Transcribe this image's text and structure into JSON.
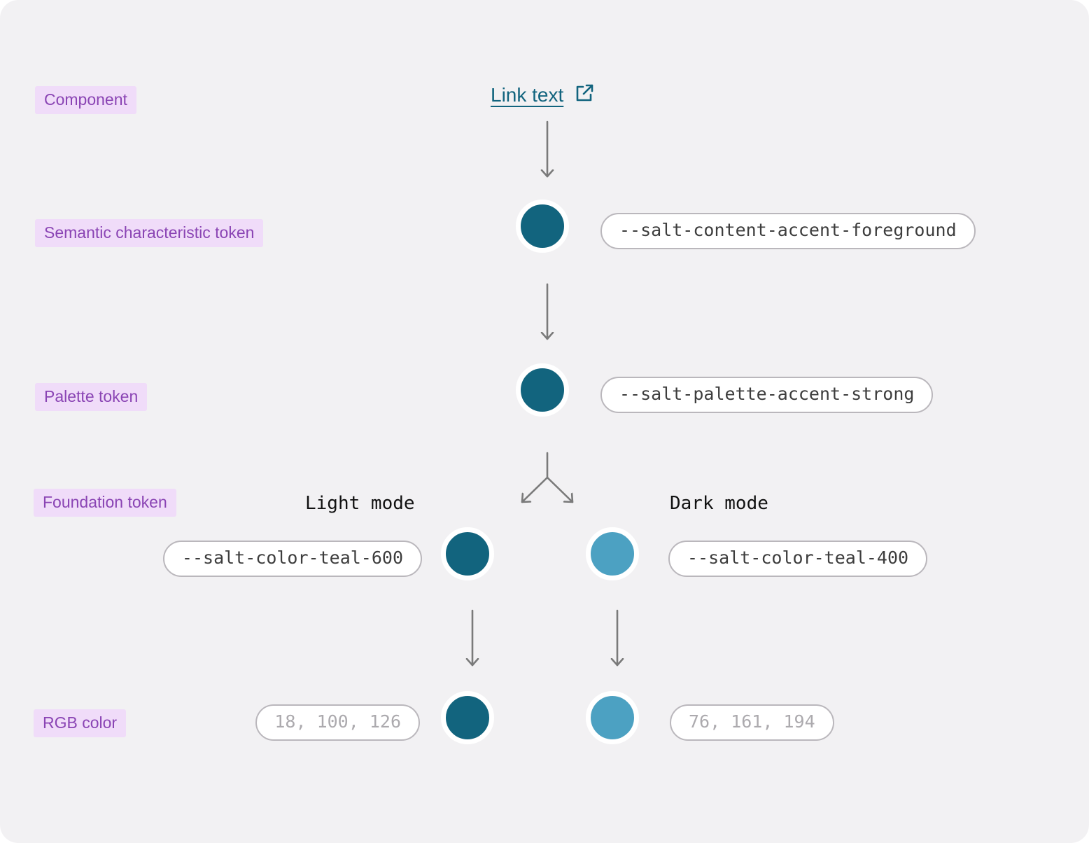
{
  "labels": {
    "component": "Component",
    "semantic": "Semantic characteristic token",
    "palette": "Palette token",
    "foundation": "Foundation token",
    "rgb": "RGB color"
  },
  "link": {
    "text": "Link text"
  },
  "nodes": {
    "semantic_token": "--salt-content-accent-foreground",
    "palette_token": "--salt-palette-accent-strong",
    "light_token": "--salt-color-teal-600",
    "dark_token": "--salt-color-teal-400",
    "light_rgb": "18, 100, 126",
    "dark_rgb": "76, 161, 194"
  },
  "modes": {
    "light": "Light mode",
    "dark": "Dark mode"
  },
  "colors": {
    "teal_600": "#12647E",
    "teal_400": "#4CA1C2",
    "label_bg": "#F0DCF9",
    "label_text": "#8A44B4",
    "link": "#12647E",
    "arrow": "#7A7A7A",
    "pill_border": "#BAB7BC",
    "canvas_bg": "#F2F1F3"
  }
}
